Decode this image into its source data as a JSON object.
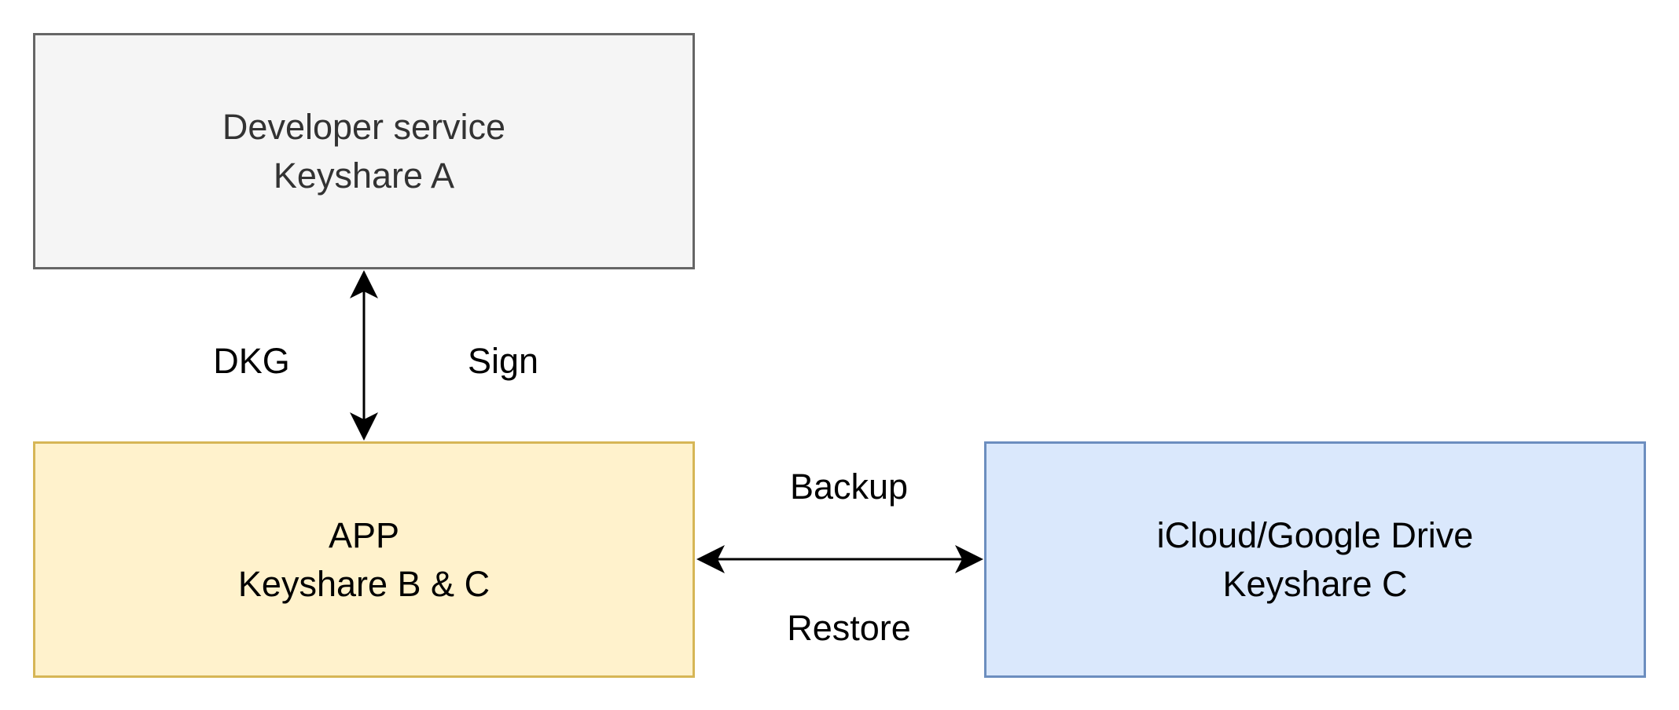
{
  "nodes": {
    "developer_service": {
      "line1": "Developer service",
      "line2": "Keyshare A",
      "fill": "#f5f5f5",
      "stroke": "#666666"
    },
    "app": {
      "line1": "APP",
      "line2": "Keyshare B & C",
      "fill": "#fff2cc",
      "stroke": "#d6b656"
    },
    "cloud": {
      "line1": "iCloud/Google Drive",
      "line2": "Keyshare C",
      "fill": "#dae8fc",
      "stroke": "#6c8ebf"
    }
  },
  "edges": {
    "dev_app": {
      "label_left": "DKG",
      "label_right": "Sign",
      "direction": "bidirectional"
    },
    "app_cloud": {
      "label_top": "Backup",
      "label_bottom": "Restore",
      "direction": "bidirectional"
    }
  }
}
